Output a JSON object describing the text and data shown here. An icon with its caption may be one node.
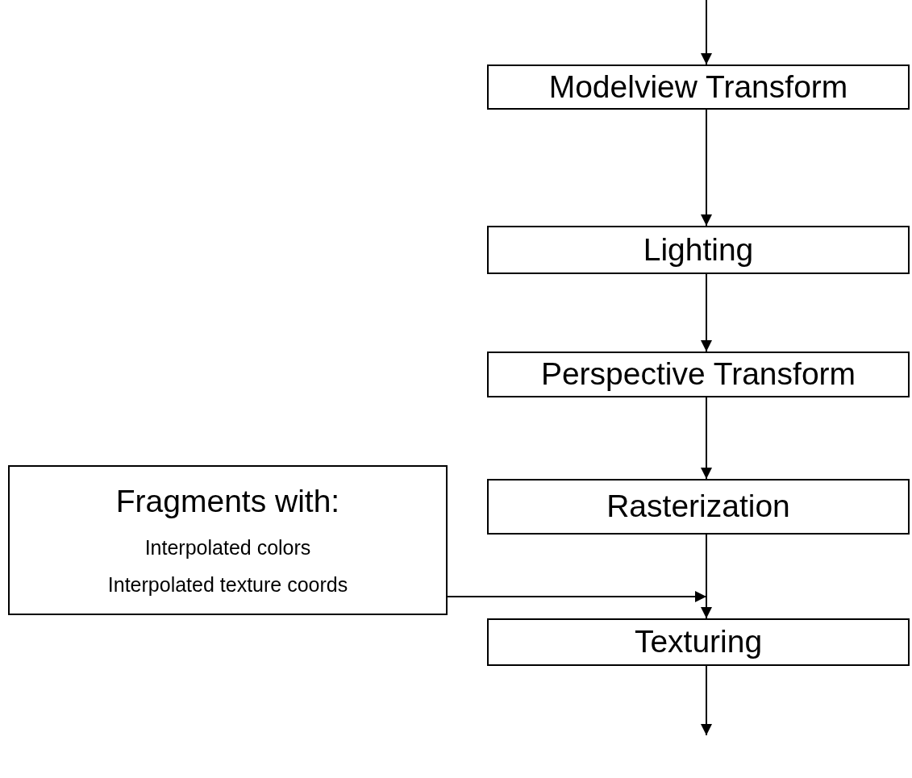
{
  "diagram": {
    "nodes": [
      {
        "text": [
          "Modelview Transform"
        ]
      },
      {
        "text": [
          "Lighting"
        ]
      },
      {
        "text": [
          "Perspective Transform"
        ]
      },
      {
        "text": [
          "Rasterization"
        ]
      },
      {
        "text": [
          "Texturing"
        ]
      },
      {
        "text": [
          "Fragments with:",
          "Interpolated colors",
          "Interpolated texture coords"
        ]
      }
    ],
    "edges": [
      {
        "from": null,
        "to": 0,
        "arrow": "to"
      },
      {
        "from": 0,
        "to": 1,
        "arrow": "to"
      },
      {
        "from": 1,
        "to": 2,
        "arrow": "to"
      },
      {
        "from": 2,
        "to": 3,
        "arrow": "to"
      },
      {
        "from": 3,
        "to": 4,
        "arrow": "none"
      },
      {
        "from": 5,
        "to": 4,
        "arrow": "to"
      },
      {
        "from": 4,
        "to": null,
        "arrow": "to"
      }
    ]
  }
}
